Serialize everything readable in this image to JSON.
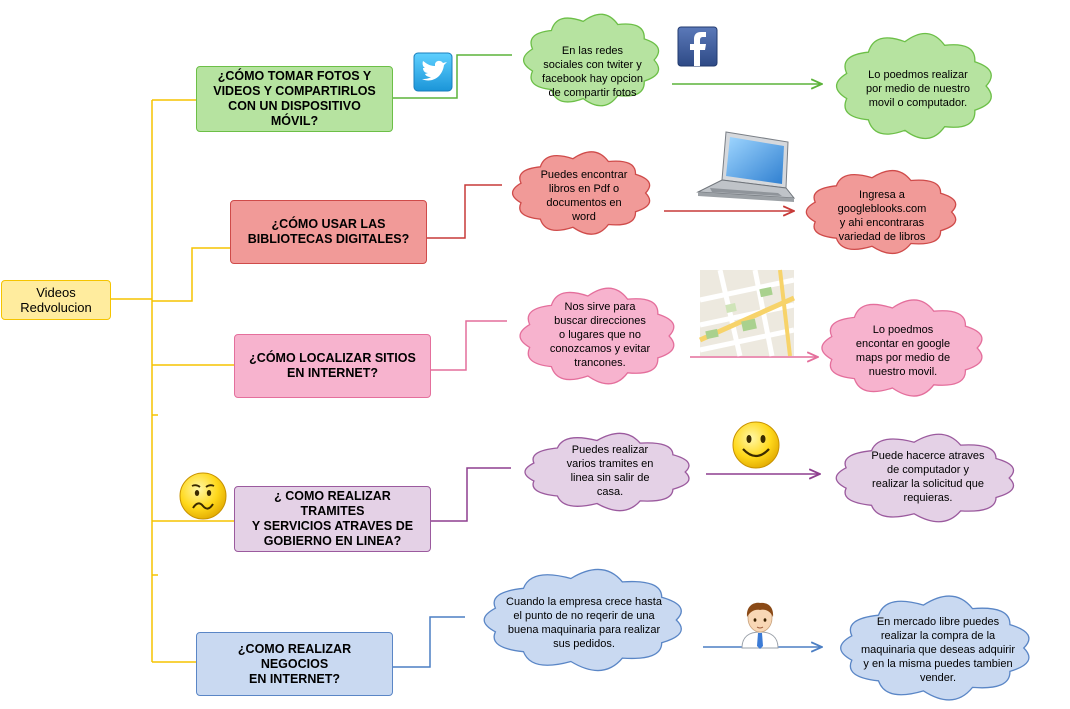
{
  "root": {
    "label": "Videos\nRedvolucion"
  },
  "branches": [
    {
      "question": "¿CÓMO TOMAR FOTOS Y\nVIDEOS Y COMPARTIRLOS\nCON UN DISPOSITIVO\nMÓVIL?",
      "answer": "En las redes\nsociales con twiter y\nfacebook hay opcion\nde compartir fotos",
      "result": "Lo poedmos realizar\npor medio de nuestro\nmovil o computador.",
      "colors": {
        "fill": "#b6e3a0",
        "stroke": "#6cbf47",
        "line": "#5cb33a"
      },
      "icons": [
        "twitter-icon",
        "facebook-icon"
      ]
    },
    {
      "question": "¿CÓMO USAR LAS\nBIBLIOTECAS DIGITALES?",
      "answer": "Puedes encontrar\nlibros en Pdf o\ndocumentos en\nword",
      "result": "Ingresa a\ngoogleblooks.com\ny ahi encontraras\nvariedad de libros",
      "colors": {
        "fill": "#f19a98",
        "stroke": "#cf4b4a",
        "line": "#c73a38"
      },
      "icons": [
        "laptop-icon"
      ]
    },
    {
      "question": "¿CÓMO LOCALIZAR SITIOS\nEN INTERNET?",
      "answer": "Nos sirve para\nbuscar direcciones\no lugares que no\nconozcamos y evitar\ntrancones.",
      "result": "Lo poedmos\nencontar en google\nmaps por medio de\nnuestro movil.",
      "colors": {
        "fill": "#f7b3ce",
        "stroke": "#e46f9c",
        "line": "#e46f9c"
      },
      "icons": [
        "map-icon"
      ]
    },
    {
      "question": "¿ COMO REALIZAR TRAMITES\nY SERVICIOS ATRAVES DE\nGOBIERNO EN LINEA?",
      "answer": "Puedes realizar\nvarios tramites en\nlinea sin salir de\ncasa.",
      "result": "Puede hacerce atraves\nde computador y\nrealizar la solicitud que\nrequieras.",
      "colors": {
        "fill": "#e4d1e6",
        "stroke": "#9b5a9e",
        "line": "#8e3f8f"
      },
      "icons": [
        "worried-face-icon",
        "smiley-face-icon"
      ]
    },
    {
      "question": "¿COMO REALIZAR NEGOCIOS\nEN INTERNET?",
      "answer": "Cuando la empresa crece hasta\nel punto de no reqerir de una\nbuena maquinaria para realizar\nsus pedidos.",
      "result": "En mercado libre puedes\nrealizar la compra de la\nmaquinaria que deseas adquirir\ny en la misma puedes tambien\nvender.",
      "colors": {
        "fill": "#c9d9f1",
        "stroke": "#5a86c6",
        "line": "#4c7fc4"
      },
      "icons": [
        "businessman-icon"
      ]
    }
  ],
  "root_colors": {
    "fill": "#ffec9e",
    "stroke": "#f5c400",
    "line": "#f5c400"
  }
}
